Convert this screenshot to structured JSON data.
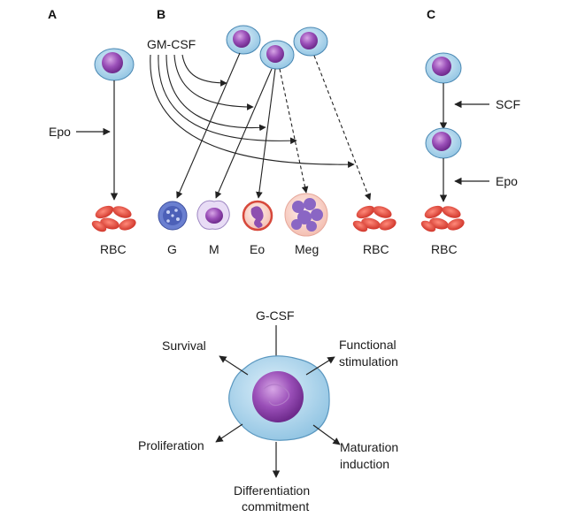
{
  "panels": {
    "a": "A",
    "b": "B",
    "c": "C"
  },
  "panel_a": {
    "factor": "Epo",
    "product": "RBC"
  },
  "panel_b": {
    "factor": "GM-CSF",
    "products": [
      "G",
      "M",
      "Eo",
      "Meg",
      "RBC"
    ]
  },
  "panel_c": {
    "factor_1": "SCF",
    "factor_2": "Epo",
    "product": "RBC"
  },
  "bottom": {
    "factor": "G-CSF",
    "effects": {
      "survival": "Survival",
      "functional_1": "Functional",
      "functional_2": "stimulation",
      "proliferation": "Proliferation",
      "maturation_1": "Maturation",
      "maturation_2": "induction",
      "differentiation_1": "Differentiation",
      "differentiation_2": "commitment"
    }
  },
  "colors": {
    "cell_body": "#b9dcef",
    "cell_nucleus": "#8a3ea6",
    "rbc": "#e0443a",
    "arrow": "#222222"
  }
}
